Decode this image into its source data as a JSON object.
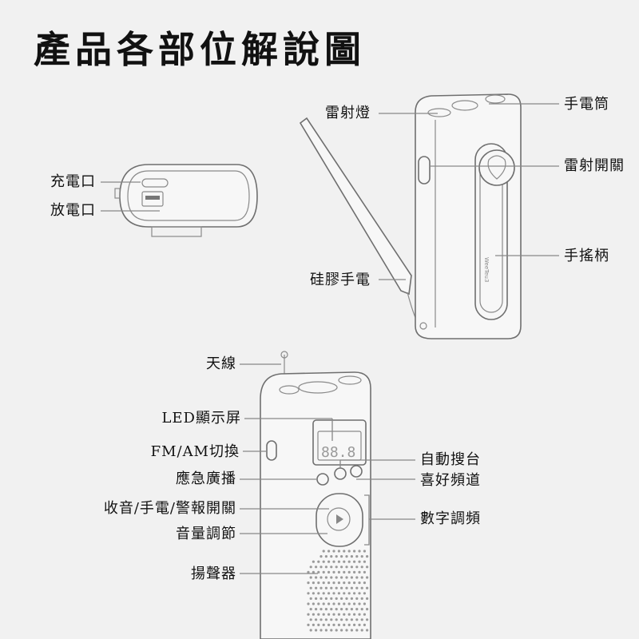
{
  "title": "產品各部位解說圖",
  "labels": {
    "laser_light": "雷射燈",
    "flashlight": "手電筒",
    "laser_switch": "雷射開關",
    "hand_crank": "手搖柄",
    "silicone_flashlight": "硅膠手電",
    "charge_port": "充電口",
    "discharge_port": "放電口",
    "antenna": "天線",
    "led_display": "LED顯示屏",
    "fm_am_switch": "FM/AM切換",
    "emergency_broadcast": "應急廣播",
    "power_switch": "收音/手電/警報開關",
    "volume": "音量調節",
    "speaker": "揚聲器",
    "auto_search": "自動搜台",
    "favorites": "喜好頻道",
    "digital_tuning": "數字調頻"
  },
  "device": {
    "brand_text": "WeeTeu3",
    "display_digits": "88.8"
  }
}
